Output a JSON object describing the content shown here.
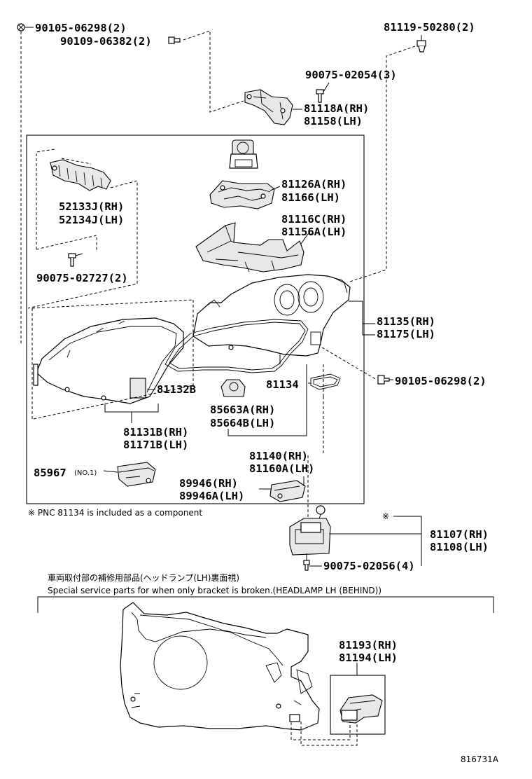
{
  "callouts": {
    "c90105_top": "90105-06298(2)",
    "c90109": "90109-06382(2)",
    "c81119": "81119-50280(2)",
    "c90075_02054": "90075-02054(3)",
    "c81118a": "81118A(RH)",
    "c81158": "81158(LH)",
    "c81126a": "81126A(RH)",
    "c81166": "81166(LH)",
    "c52133j": "52133J(RH)",
    "c52134j": "52134J(LH)",
    "c81116c": "81116C(RH)",
    "c81156a": "81156A(LH)",
    "c90075_02727": "90075-02727(2)",
    "c81135": "81135(RH)",
    "c81175": "81175(LH)",
    "c90105_right": "90105-06298(2)",
    "c81132b": "81132B",
    "c81134": "81134",
    "c85663a": "85663A(RH)",
    "c85664b": "85664B(LH)",
    "c81131b": "81131B(RH)",
    "c81171b": "81171B(LH)",
    "c81140": "81140(RH)",
    "c81160a": "81160A(LH)",
    "c85967": "85967",
    "c85967_sub": "(NO.1)",
    "c89946": "89946(RH)",
    "c89946a": "89946A(LH)",
    "c81107": "81107(RH)",
    "c81108": "81108(LH)",
    "c90075_02056": "90075-02056(4)",
    "c81193": "81193(RH)",
    "c81194": "81194(LH)"
  },
  "notes": {
    "pnc_note": "※ PNC 81134 is included as a component",
    "asterisk_mark": "※",
    "jp_caption": "車両取付部の補修用部品(ヘッドランプ(LH)裏面視)",
    "en_caption": "Special service parts for when only bracket is broken.(HEADLAMP LH (BEHIND))",
    "diagram_id": "816731A"
  }
}
